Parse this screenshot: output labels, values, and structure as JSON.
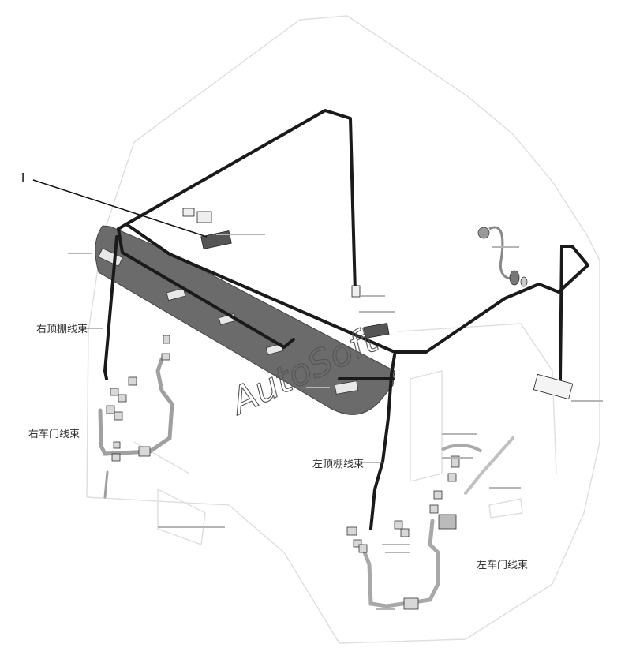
{
  "callout": {
    "number": "1"
  },
  "labels": {
    "right_roof_harness": "右顶棚线束",
    "right_door_harness": "右车门线束",
    "left_roof_harness": "左顶棚线束",
    "left_door_harness": "左车门线束"
  },
  "watermark": "AutoSoft",
  "colors": {
    "harness": "#1a1a1a",
    "roof_panel": "#6b6b6b",
    "cab_outline": "#dddddd",
    "door_wire": "#a9a9a9",
    "background": "#ffffff"
  },
  "icons": [
    "connector-icon",
    "lamp-icon",
    "plug-icon"
  ]
}
